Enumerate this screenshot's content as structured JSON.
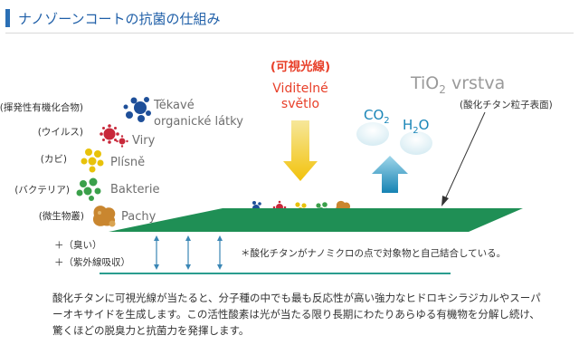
{
  "header": {
    "title": "ナノゾーンコートの抗菌の仕組み"
  },
  "light": {
    "title_jp": "(可視光線)",
    "label_cz_1": "Viditelné",
    "label_cz_2": "světlo",
    "color": "#e8402a",
    "arrow_color": "#f2c20b"
  },
  "surface": {
    "tio2_prefix": "TiO",
    "tio2_sub": "2",
    "tio2_suffix": " vrstva",
    "tio2_jp": "(酸化チタン粒子表面)",
    "color": "#1f8f55"
  },
  "gases": {
    "co": "CO",
    "co_sub": "2",
    "h": "H",
    "h_sub": "2",
    "o": "O",
    "arrow_color": "#1a86b8"
  },
  "pollutants": [
    {
      "jp": "(揮発性有機化合物)",
      "cz_1": "Těkavé",
      "cz_2": "organické látky",
      "icon": "voc-molecule-icon",
      "color": "#1e4f99"
    },
    {
      "jp": "(ウイルス)",
      "cz_1": "Viry",
      "cz_2": "",
      "icon": "virus-icon",
      "color": "#c8283a"
    },
    {
      "jp": "(カビ)",
      "cz_1": "Plísně",
      "cz_2": "",
      "icon": "mold-icon",
      "color": "#e8c20a"
    },
    {
      "jp": "(バクテリア)",
      "cz_1": "Bakterie",
      "cz_2": "",
      "icon": "bacteria-icon",
      "color": "#3aa04a"
    },
    {
      "jp": "(微生物叢)",
      "cz_1": "Pachy",
      "cz_2": "",
      "icon": "odor-icon",
      "color": "#c9862f"
    }
  ],
  "bottom": {
    "odor": "＋（臭い）",
    "uv": "＋（紫外線吸収）",
    "note": "＊酸化チタンがナノミクロの点で対象物と自己結合している。"
  },
  "description": "酸化チタンに可視光線が当たると、分子種の中でも最も反応性が高い強力なヒドロキシラジカルやスーパーオキサイドを生成します。この活性酸素は光が当たる限り長期にわたりあらゆる有機物を分解し続け、驚くほどの脱臭力と抗菌力を発揮します。"
}
